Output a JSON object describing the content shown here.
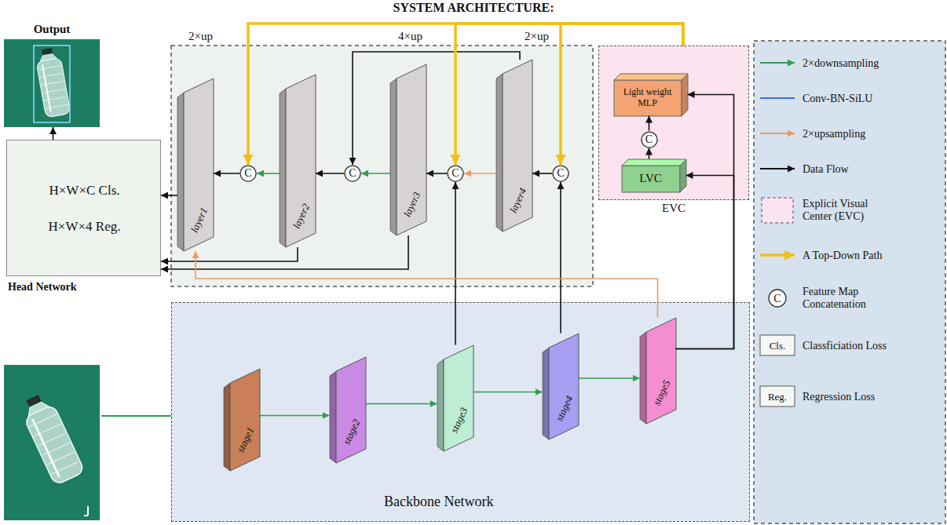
{
  "diagram": {
    "title": "SYSTEM ARCHITECTURE:",
    "nodes": [
      {
        "text": [
          "Output"
        ]
      },
      {
        "text": [
          "H×W×C Cls.",
          "H×W×4 Reg.",
          "Head Network"
        ]
      },
      {
        "text": [
          "layer1"
        ]
      },
      {
        "text": [
          "C"
        ]
      },
      {
        "text": [
          "layer2"
        ]
      },
      {
        "text": [
          "C"
        ]
      },
      {
        "text": [
          "layer3"
        ]
      },
      {
        "text": [
          "C"
        ]
      },
      {
        "text": [
          "layer4"
        ]
      },
      {
        "text": [
          "C"
        ]
      },
      {
        "text": [
          "EVC"
        ]
      },
      {
        "text": [
          "Light weight MLP"
        ],
        "in": 10
      },
      {
        "text": [
          "C"
        ],
        "in": 10
      },
      {
        "text": [
          "LVC"
        ],
        "in": 10
      },
      {
        "text": [
          "Backbone Network"
        ]
      },
      {
        "text": [
          "stage1"
        ],
        "in": 14
      },
      {
        "text": [
          "stage2"
        ],
        "in": 14
      },
      {
        "text": [
          "stage3"
        ],
        "in": 14
      },
      {
        "text": [
          "stage4"
        ],
        "in": 14
      },
      {
        "text": [
          "stage5"
        ],
        "in": 14
      }
    ],
    "edges": [
      {
        "from": 1,
        "to": 0,
        "arrow": "to"
      },
      {
        "from": 3,
        "to": 2,
        "arrow": "to"
      },
      {
        "from": 4,
        "to": 3,
        "arrow": "to"
      },
      {
        "from": 5,
        "to": 4,
        "arrow": "to"
      },
      {
        "from": 6,
        "to": 5,
        "arrow": "to"
      },
      {
        "from": 7,
        "to": 6,
        "arrow": "to"
      },
      {
        "from": 8,
        "to": 7,
        "arrow": "to"
      },
      {
        "from": 9,
        "to": 8,
        "arrow": "to"
      },
      {
        "from": 8,
        "to": 5,
        "arrow": "to"
      },
      {
        "from": 2,
        "to": 1,
        "arrow": "to"
      },
      {
        "from": 4,
        "to": 1,
        "arrow": "to"
      },
      {
        "from": 6,
        "to": 1,
        "arrow": "to"
      },
      {
        "from": 13,
        "to": 12,
        "arrow": "to"
      },
      {
        "from": 12,
        "to": 11,
        "arrow": "to"
      },
      {
        "from": 10,
        "to": 3,
        "arrow": "to"
      },
      {
        "from": 10,
        "to": 7,
        "arrow": "to"
      },
      {
        "from": 10,
        "to": 9,
        "arrow": "to"
      },
      {
        "from": 15,
        "to": 16,
        "arrow": "to"
      },
      {
        "from": 16,
        "to": 17,
        "arrow": "to"
      },
      {
        "from": 17,
        "to": 18,
        "arrow": "to"
      },
      {
        "from": 18,
        "to": 19,
        "arrow": "to"
      },
      {
        "from": 17,
        "to": 7,
        "arrow": "to"
      },
      {
        "from": 18,
        "to": 9,
        "arrow": "to"
      },
      {
        "from": 19,
        "to": 11,
        "arrow": "to"
      },
      {
        "from": 19,
        "to": 13,
        "arrow": "to"
      },
      {
        "from": 19,
        "to": 2,
        "arrow": "to"
      }
    ],
    "labels": [
      "2×up",
      "4×up",
      "2×up",
      "C",
      "Cls.",
      "Reg."
    ],
    "legend": [
      {
        "text": "2×downsampling"
      },
      {
        "text": "Conv-BN-SiLU"
      },
      {
        "text": "2×upsampling"
      },
      {
        "text": "Data Flow"
      },
      {
        "text": "Explicit Visual Center (EVC)"
      },
      {
        "text": "A Top-Down Path"
      },
      {
        "text": "Feature Map Concatenation"
      },
      {
        "text": "Classficiation Loss"
      },
      {
        "text": "Regression Loss"
      }
    ]
  }
}
